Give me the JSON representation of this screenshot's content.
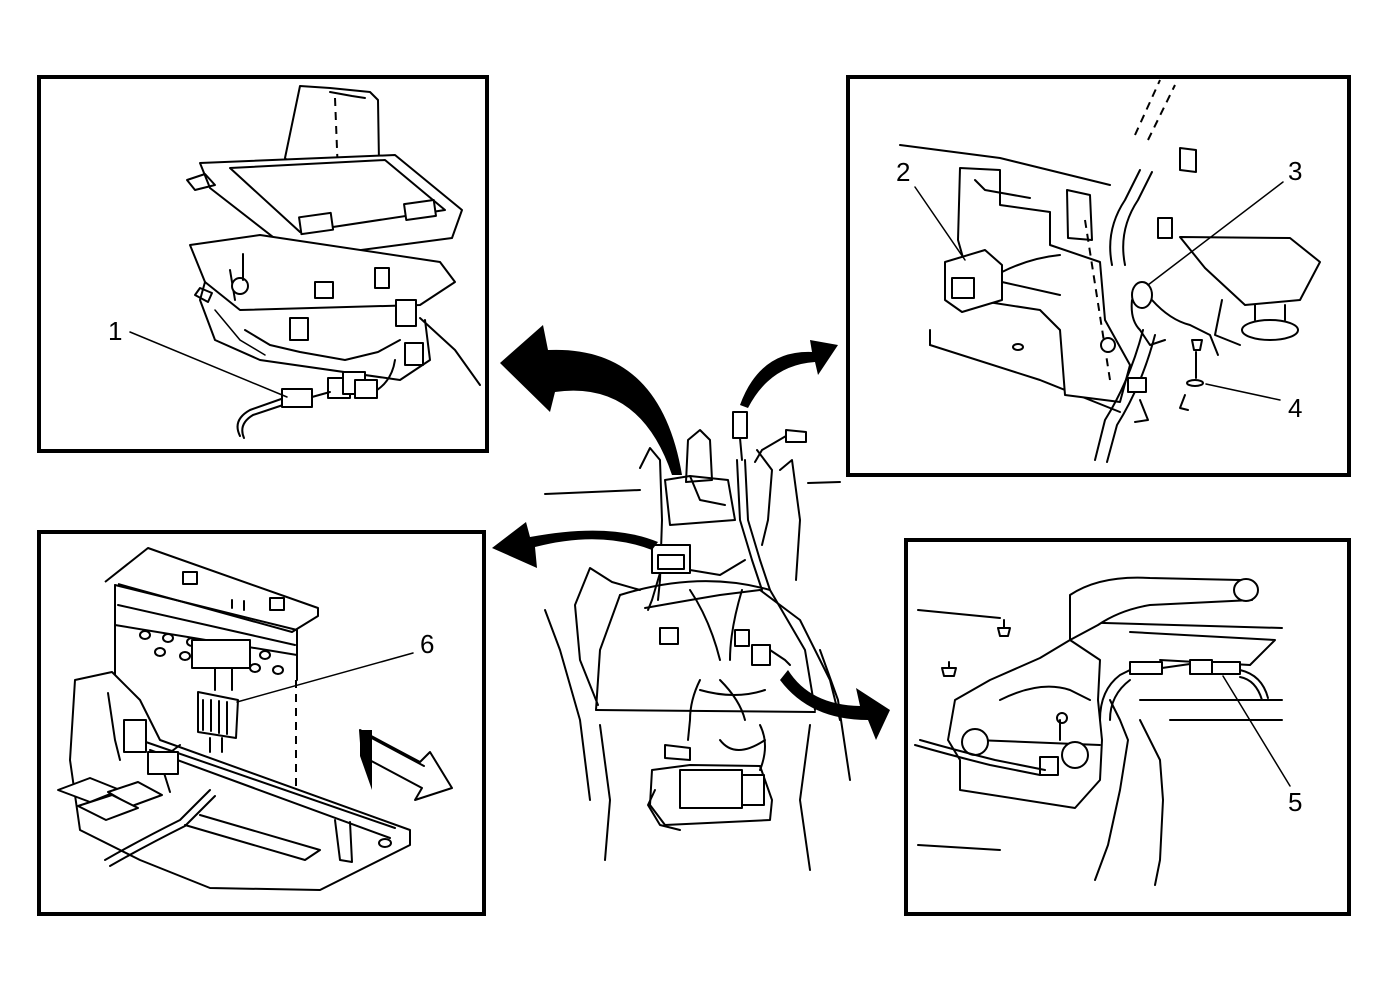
{
  "diagram": {
    "callouts": [
      {
        "id": "1",
        "label": "1"
      },
      {
        "id": "2",
        "label": "2"
      },
      {
        "id": "3",
        "label": "3"
      },
      {
        "id": "4",
        "label": "4"
      },
      {
        "id": "5",
        "label": "5"
      },
      {
        "id": "6",
        "label": "6"
      }
    ],
    "panels": [
      "shifter-detail",
      "console-bracket-detail",
      "connector-detail",
      "parking-brake-detail"
    ]
  }
}
